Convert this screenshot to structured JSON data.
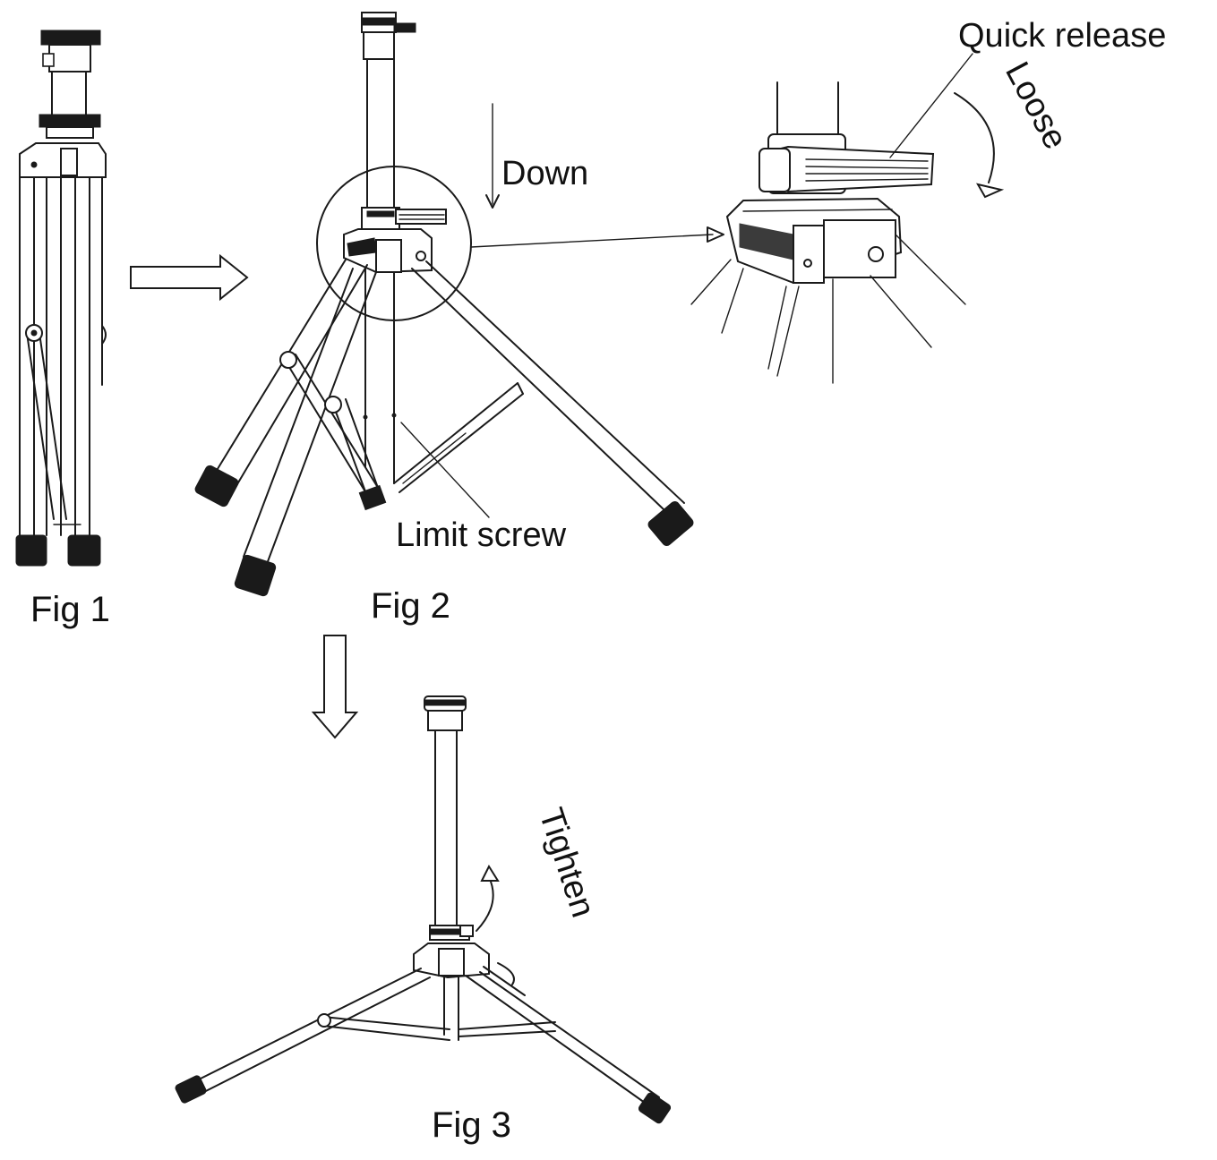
{
  "figures": {
    "fig1": "Fig 1",
    "fig2": "Fig 2",
    "fig3": "Fig 3"
  },
  "annotations": {
    "down": "Down",
    "limit_screw": "Limit screw",
    "quick_release": "Quick release",
    "loose": "Loose",
    "tighten": "Tighten"
  }
}
